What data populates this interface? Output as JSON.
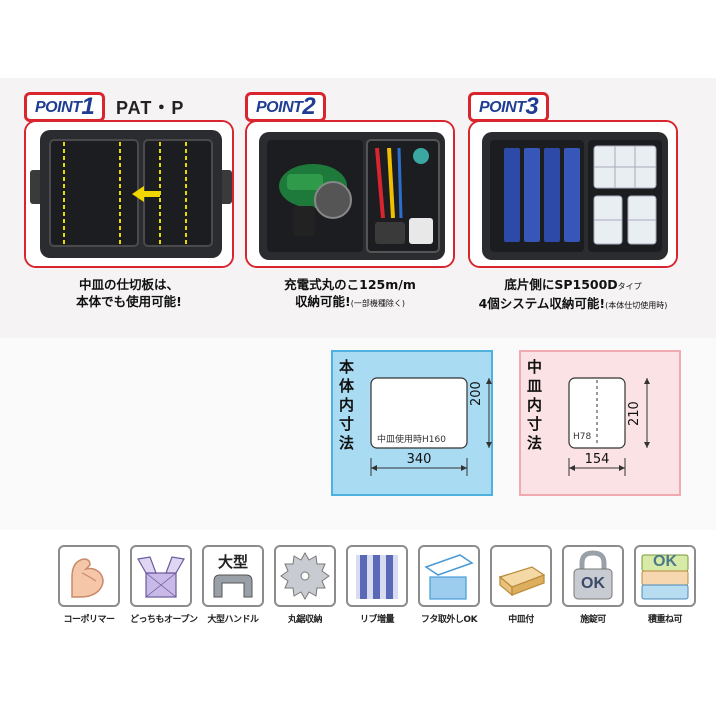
{
  "points": [
    {
      "badge_prefix": "POINT",
      "badge_num": "1",
      "extra": "PAT・P",
      "caption_lines": [
        "中皿の仕切板は、",
        "本体でも使用可能!"
      ]
    },
    {
      "badge_prefix": "POINT",
      "badge_num": "2",
      "extra": "",
      "caption_line1": "充電式丸のこ125m/m",
      "caption_line2": "収納可能!",
      "caption_note": "(一部機種除く)"
    },
    {
      "badge_prefix": "POINT",
      "badge_num": "3",
      "extra": "",
      "caption_line1_main": "底片側にSP1500D",
      "caption_line1_sub": "タイプ",
      "caption_line2_main": "4個システム収納可能!",
      "caption_line2_sub": "(本体仕切使用時)"
    }
  ],
  "dimensions": {
    "body": {
      "title": "本体内寸法",
      "inner_note": "中皿使用時H160",
      "height": "200",
      "width": "340",
      "color": "#a9dbf2"
    },
    "tray": {
      "title": "中皿内寸法",
      "inner_note": "H78",
      "height": "210",
      "width": "154",
      "color": "#fbe3e5"
    }
  },
  "features": [
    {
      "label": "コーポリマー",
      "icon": "strong-arm-icon"
    },
    {
      "label": "どっちもオープン",
      "icon": "double-open-icon"
    },
    {
      "label": "大型ハンドル",
      "icon": "large-handle-icon",
      "icon_text": "大型"
    },
    {
      "label": "丸鋸収納",
      "icon": "saw-blade-icon"
    },
    {
      "label": "リブ増量",
      "icon": "ribs-icon"
    },
    {
      "label": "フタ取外しOK",
      "icon": "removable-lid-icon"
    },
    {
      "label": "中皿付",
      "icon": "tray-icon"
    },
    {
      "label": "施錠可",
      "icon": "lock-icon",
      "icon_text": "OK"
    },
    {
      "label": "積重ね可",
      "icon": "stackable-icon",
      "icon_text": "OK"
    }
  ],
  "colors": {
    "accent_red": "#d9262e",
    "badge_blue": "#1f3d93",
    "dimension_blue": "#a9dbf2",
    "dimension_pink": "#fbe3e5"
  }
}
